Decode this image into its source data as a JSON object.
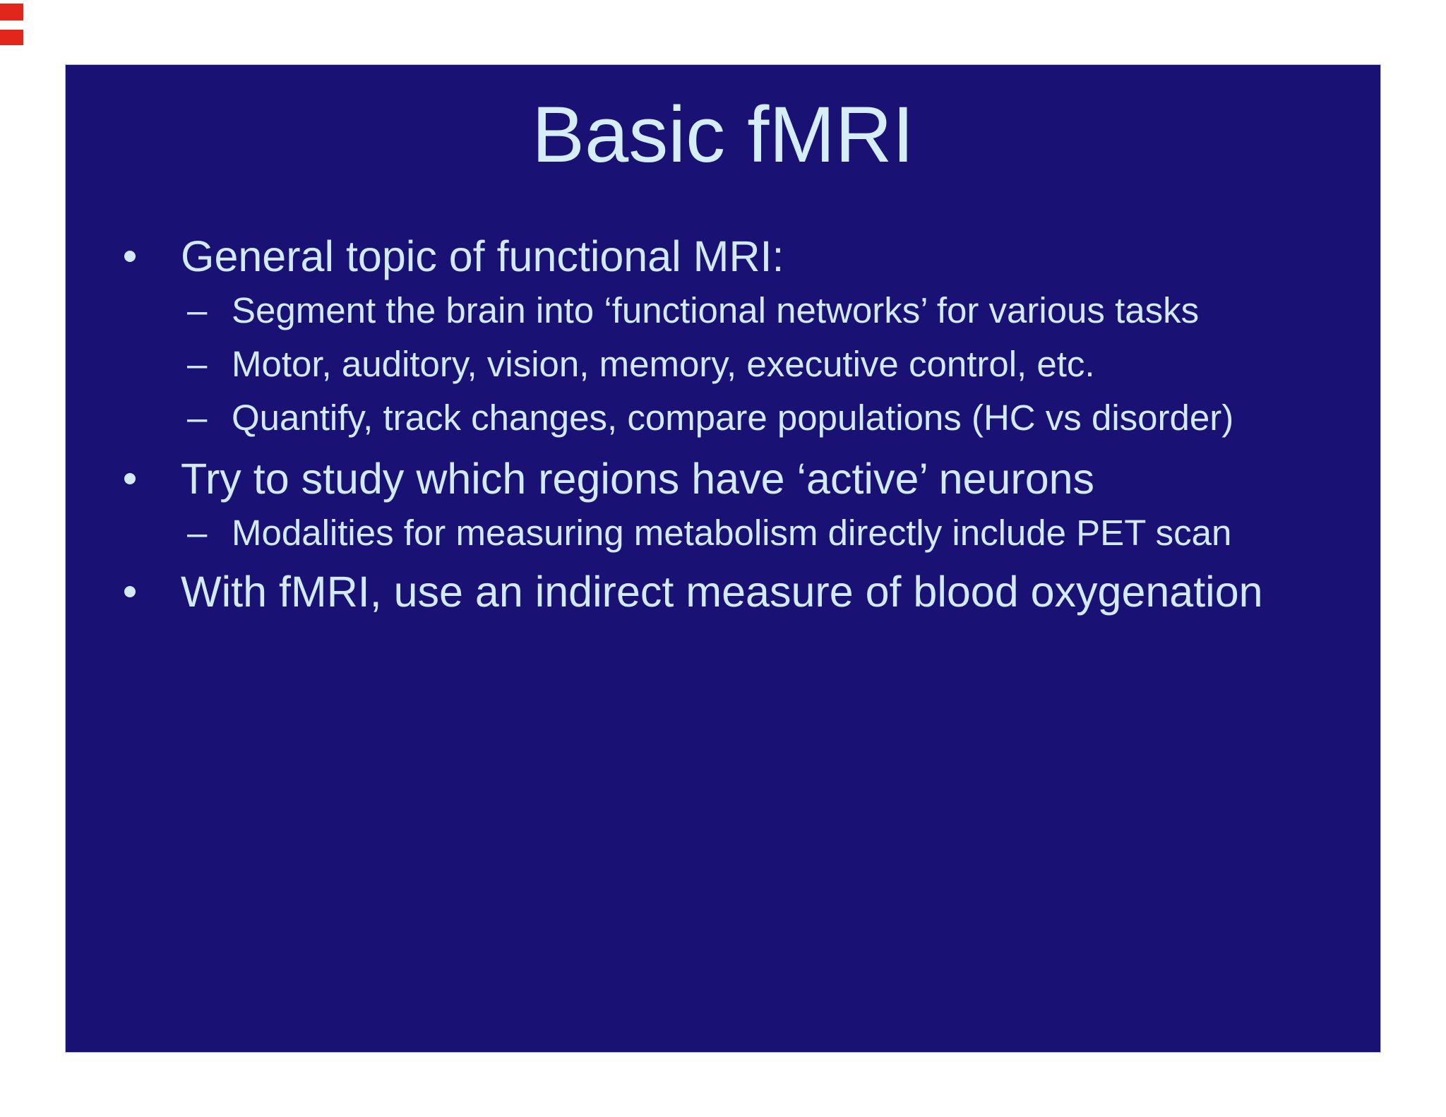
{
  "slide": {
    "title": "Basic fMRI",
    "bullets": [
      {
        "level": 1,
        "marker": "•",
        "text": "General topic of functional MRI:"
      },
      {
        "level": 2,
        "marker": "–",
        "text": "Segment the brain into ‘functional networks’ for various tasks"
      },
      {
        "level": 2,
        "marker": "–",
        "text": "Motor, auditory, vision, memory, executive control, etc."
      },
      {
        "level": 2,
        "marker": "–",
        "text": "Quantify, track changes, compare populations (HC vs disorder)"
      },
      {
        "level": 1,
        "marker": "•",
        "text": "Try to study which regions have ‘active’ neurons"
      },
      {
        "level": 2,
        "marker": "–",
        "text": "Modalities for measuring metabolism directly include PET scan"
      },
      {
        "level": 1,
        "marker": "•",
        "text": "With fMRI, use an indirect measure of blood oxygenation"
      }
    ]
  },
  "colors": {
    "page_background": "#ffffff",
    "slide_background": "#191174",
    "slide_border": "#b9bdd8",
    "text": "#d2eaf5",
    "red_mark": "#e2261b"
  }
}
